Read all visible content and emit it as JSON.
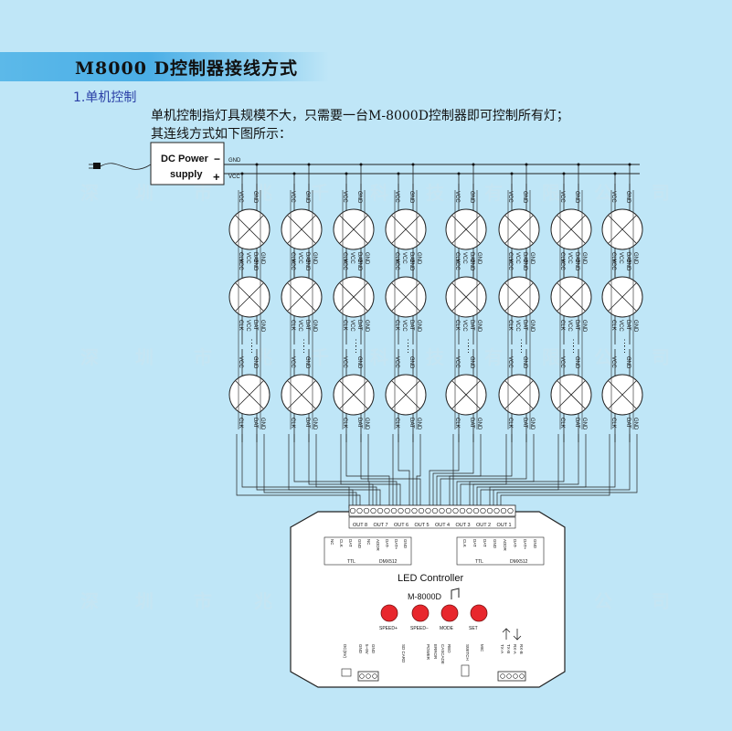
{
  "title": "M8000 D控制器接线方式",
  "section": "1.单机控制",
  "intro_lines": [
    "单机控制指灯具规模不大，只需要一台M-8000D控制器即可控制所有灯；",
    "其连线方式如下图所示："
  ],
  "watermark": "深圳市兆千科技有限公司",
  "power": {
    "label_line1": "DC Power",
    "label_line2": "supply",
    "minus": "−",
    "plus": "+",
    "gnd_label": "GND",
    "vcc_label": "VCC"
  },
  "lamp_pins": {
    "vcc": "VCC",
    "gnd": "GND",
    "clk": "CLK",
    "dat": "DAT"
  },
  "lamp_columns": 8,
  "lamp_rows": 3,
  "ellipsis": "⋮",
  "controller": {
    "name": "LED Controller",
    "model": "M-8000D",
    "buttons": [
      "SPEED+",
      "SPEED−",
      "MODE",
      "SET"
    ],
    "outputs": [
      "OUT 8",
      "OUT 7",
      "OUT 6",
      "OUT 5",
      "OUT 4",
      "OUT 3",
      "OUT 2",
      "OUT 1"
    ],
    "left_port_labels": [
      "NC",
      "CLK",
      "DAT",
      "GND",
      "NC",
      "ADDR",
      "DAT-",
      "DAT+",
      "GND"
    ],
    "right_port_labels": [
      "CLK",
      "DAT",
      "DAT",
      "GND",
      "ADDR",
      "DAT-",
      "DAT+",
      "GND"
    ],
    "ttl": "TTL",
    "dmx": "DMX512",
    "bottom_labels": [
      "DC(5V)",
      "GND",
      "5~9V",
      "GND",
      "SD CARD",
      "POWER",
      "ERROR",
      "CASCADE",
      "RED",
      "SWITCH",
      "MIC",
      "TX-A",
      "TX-B",
      "RX-A",
      "RX-B"
    ],
    "accent": "#e8272d"
  }
}
